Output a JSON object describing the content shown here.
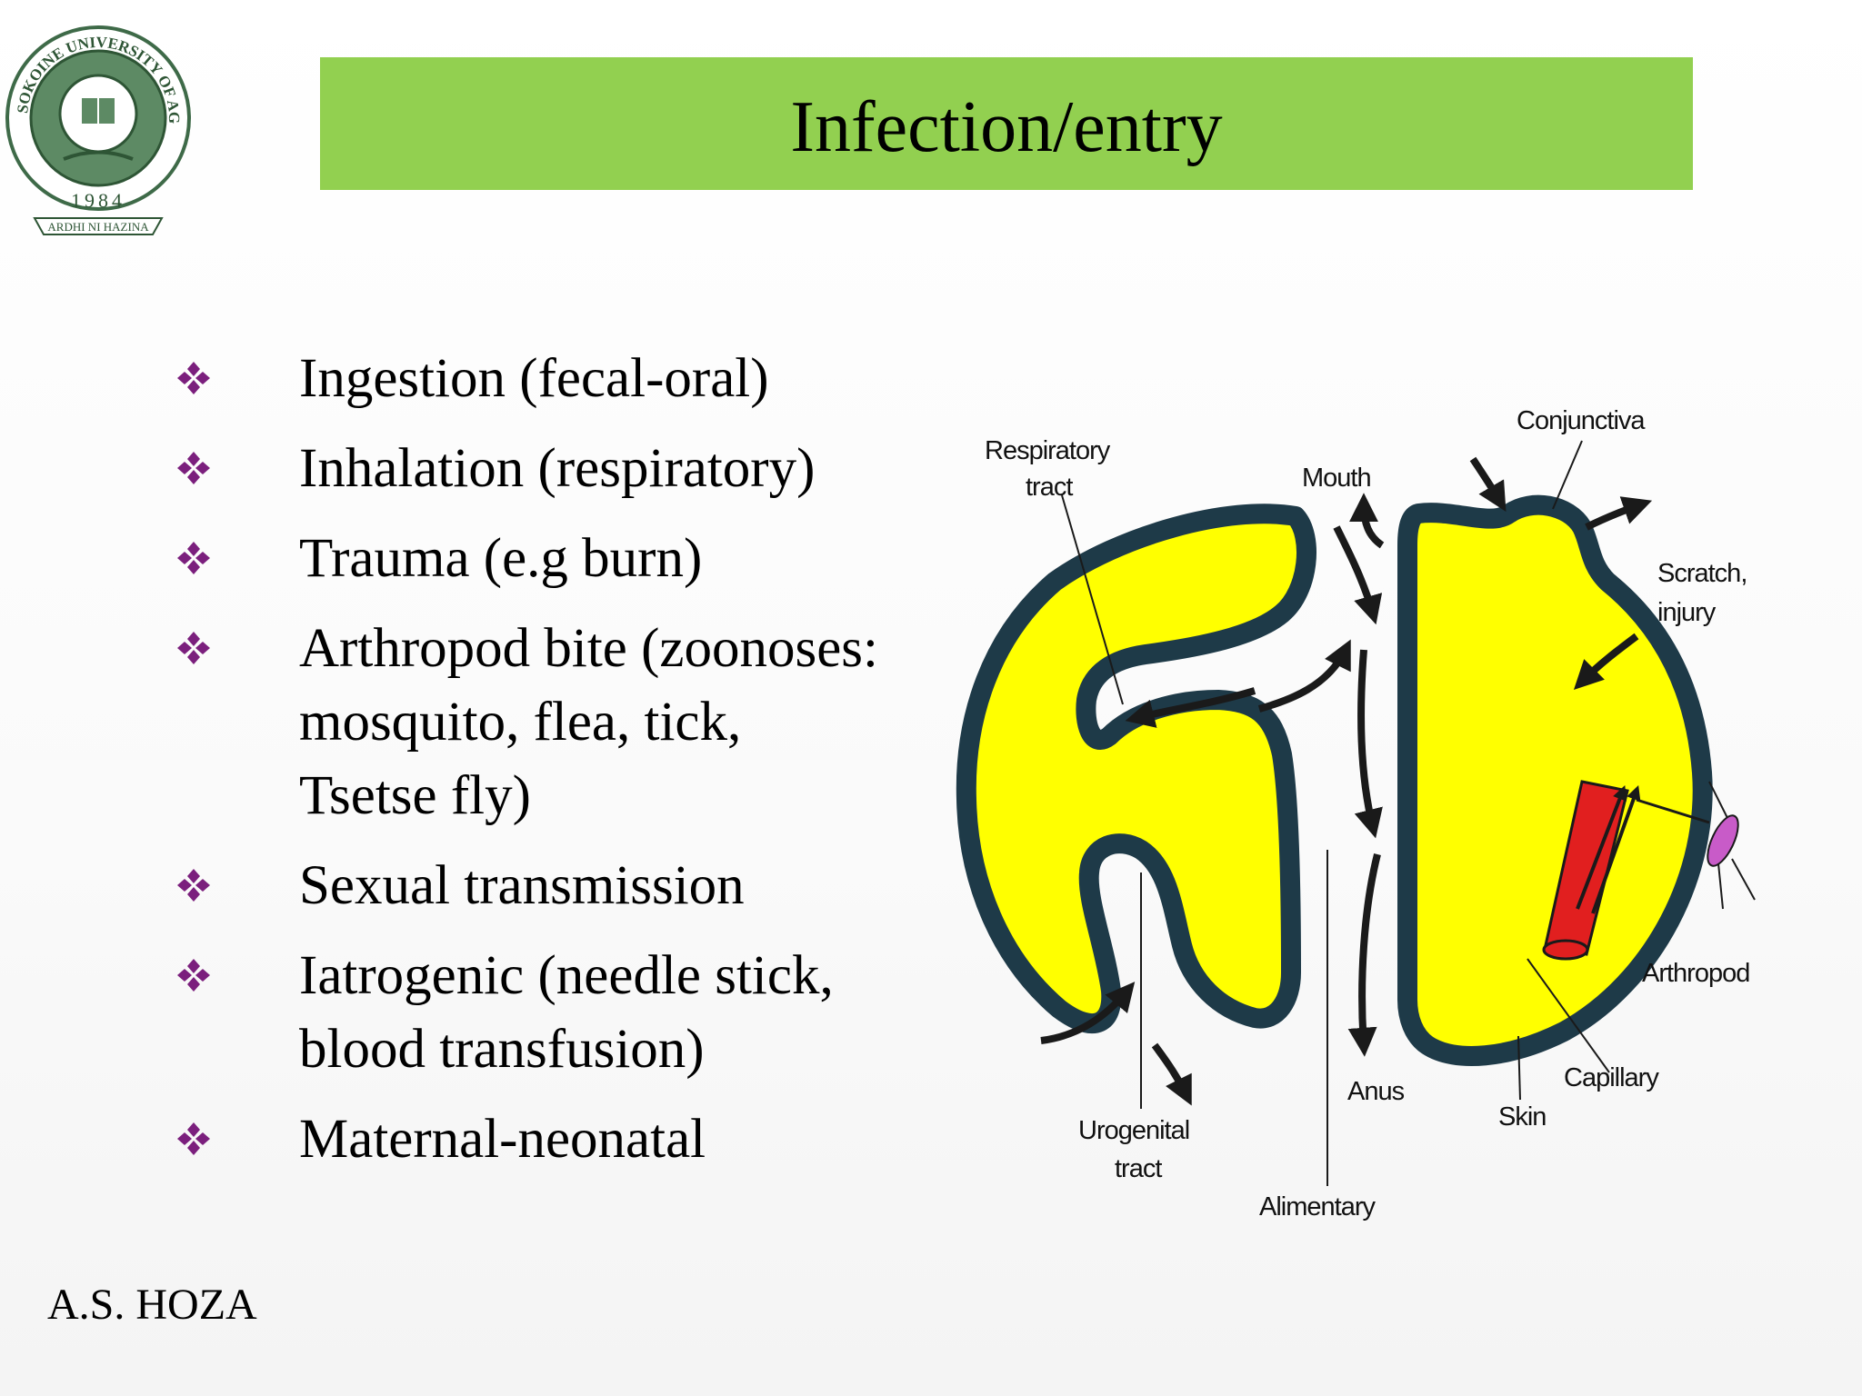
{
  "slide": {
    "title": "Infection/entry",
    "footer": "A.S. HOZA"
  },
  "logo": {
    "ring_text": "SOKOINE UNIVERSITY OF AGRICULTURE",
    "year": "1984",
    "motto": "ARDHI NI HAZINA",
    "colors": {
      "ring": "#4e7a55",
      "inner": "#ffffff"
    }
  },
  "bullets": [
    {
      "text": "Ingestion (fecal-oral)"
    },
    {
      "text": "Inhalation (respiratory)"
    },
    {
      "text": "Trauma (e.g burn)"
    },
    {
      "text": "Arthropod bite (zoonoses:\nmosquito, flea, tick,\nTsetse fly)"
    },
    {
      "text": "Sexual transmission"
    },
    {
      "text": "Iatrogenic (needle stick,\nblood transfusion)"
    },
    {
      "text": "Maternal-neonatal"
    }
  ],
  "bullet_icon": "four-diamond-icon",
  "diagram": {
    "labels": {
      "respiratory_1": "Respiratory",
      "respiratory_2": "tract",
      "mouth": "Mouth",
      "conjunctiva": "Conjunctiva",
      "scratch_1": "Scratch,",
      "scratch_2": "injury",
      "arthropod": "Arthropod",
      "capillary": "Capillary",
      "skin": "Skin",
      "anus": "Anus",
      "urogenital_1": "Urogenital",
      "urogenital_2": "tract",
      "alimentary": "Alimentary"
    },
    "icons": [
      "arrow-icon",
      "needle-icon",
      "mosquito-icon"
    ]
  },
  "colors": {
    "title_bar": "#92d050",
    "bullet": "#7b1f7d",
    "body_fill": "#ffff00",
    "body_outline": "#1e3a48",
    "capillary": "#e11f1f",
    "arthropod": "#c85bc8"
  }
}
